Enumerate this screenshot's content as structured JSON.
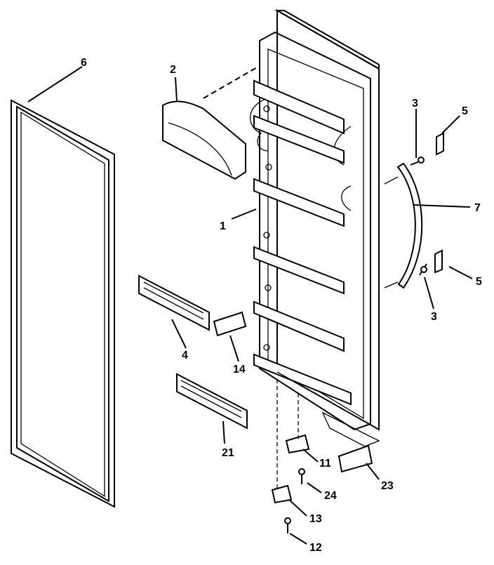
{
  "callouts": [
    "1",
    "2",
    "3",
    "3",
    "4",
    "5",
    "5",
    "6",
    "7",
    "11",
    "12",
    "13",
    "14",
    "21",
    "23",
    "24"
  ],
  "colors": {
    "line": "#000000",
    "background": "#ffffff"
  }
}
